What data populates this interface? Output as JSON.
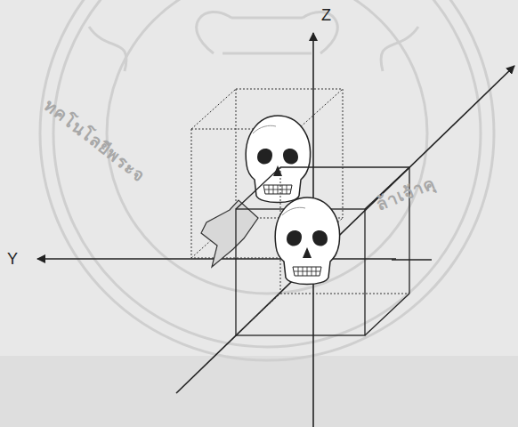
{
  "diagram": {
    "labels": [
      "Z",
      "Y",
      "ทคโนโลยีพระจ",
      "ล้าเจ้าคุ"
    ]
  }
}
